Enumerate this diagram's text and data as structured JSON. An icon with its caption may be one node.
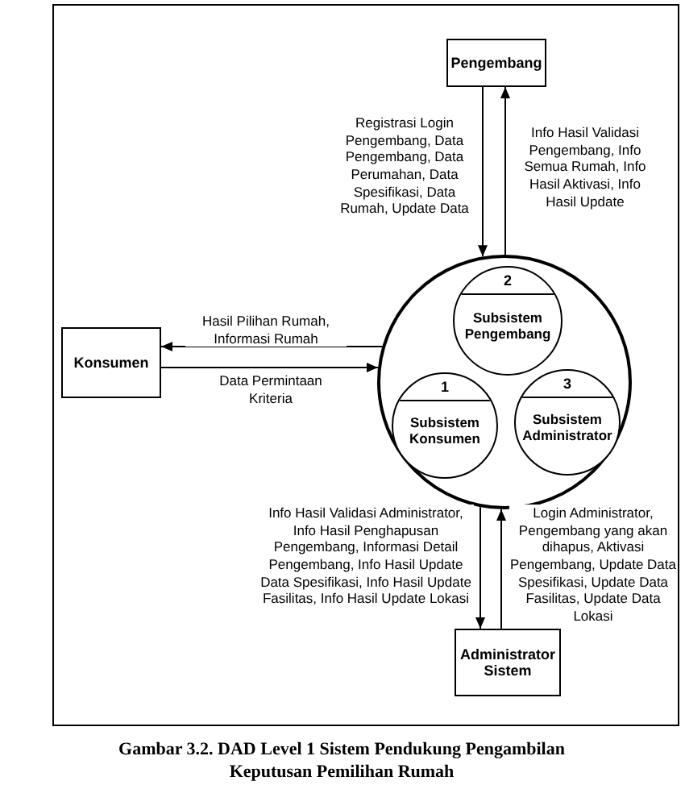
{
  "diagram": {
    "caption": "Gambar 3.2. DAD Level 1 Sistem Pendukung Pengambilan Keputusan Pemilihan Rumah",
    "nodes": [
      {
        "text": [
          "Pengembang"
        ]
      },
      {
        "text": [],
        "shape": "circle"
      },
      {
        "text": [
          "2",
          "Subsistem Pengembang"
        ],
        "in": 1
      },
      {
        "text": [
          "Konsumen"
        ]
      },
      {
        "text": [
          "1",
          "Subsistem Konsumen"
        ],
        "in": 1
      },
      {
        "text": [
          "3",
          "Subsistem Administrator"
        ],
        "in": 1
      },
      {
        "text": [
          "Administrator Sistem"
        ]
      }
    ],
    "edges": [
      {
        "from": 0,
        "to": 1,
        "arrow": "to",
        "label": "Registrasi Login Pengembang, Data Pengembang, Data Perumahan, Data Spesifikasi, Data Rumah, Update Data"
      },
      {
        "from": 1,
        "to": 0,
        "arrow": "to",
        "label": "Info Hasil Validasi Pengembang, Info Semua  Rumah, Info Hasil Aktivasi, Info Hasil Update"
      },
      {
        "from": 1,
        "to": 3,
        "arrow": "to",
        "label": "Hasil Pilihan Rumah, Informasi Rumah"
      },
      {
        "from": 3,
        "to": 1,
        "arrow": "to",
        "label": "Data Permintaan Kriteria"
      },
      {
        "from": 1,
        "to": 6,
        "arrow": "to",
        "label": "Info Hasil Validasi Administrator, Info Hasil Penghapusan Pengembang, Informasi Detail Pengembang, Info Hasil Update Data Spesifikasi, Info Hasil Update Fasilitas, Info Hasil Update Lokasi"
      },
      {
        "from": 6,
        "to": 1,
        "arrow": "to",
        "label": "Login Administrator, Pengembang yang akan dihapus, Aktivasi Pengembang, Update Data Spesifikasi, Update Data Fasilitas, Update Data Lokasi"
      }
    ]
  }
}
